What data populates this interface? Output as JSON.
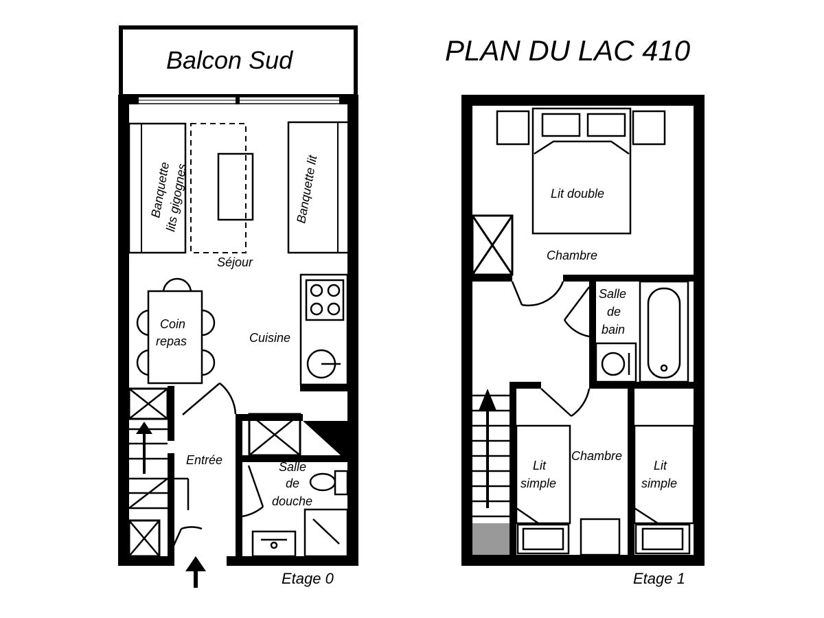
{
  "title": "PLAN DU LAC 410",
  "floor0": {
    "etage_label": "Etage 0",
    "balcon": "Balcon Sud",
    "banquette_gigognes": [
      "Banquette",
      "lits gigognes"
    ],
    "banquette_lit": "Banquette lit",
    "sejour": "Séjour",
    "coin_repas": [
      "Coin",
      "repas"
    ],
    "cuisine": "Cuisine",
    "entree": "Entrée",
    "salle_douche": [
      "Salle",
      "de",
      "douche"
    ]
  },
  "floor1": {
    "etage_label": "Etage 1",
    "lit_double": "Lit double",
    "chambre_top": "Chambre",
    "salle_bain": [
      "Salle",
      "de",
      "bain"
    ],
    "chambre_bottom": "Chambre",
    "lit_simple_left": [
      "Lit",
      "simple"
    ],
    "lit_simple_right": [
      "Lit",
      "simple"
    ]
  },
  "colors": {
    "wall": "#000000",
    "stair_landing": "#999999",
    "background": "#ffffff"
  }
}
